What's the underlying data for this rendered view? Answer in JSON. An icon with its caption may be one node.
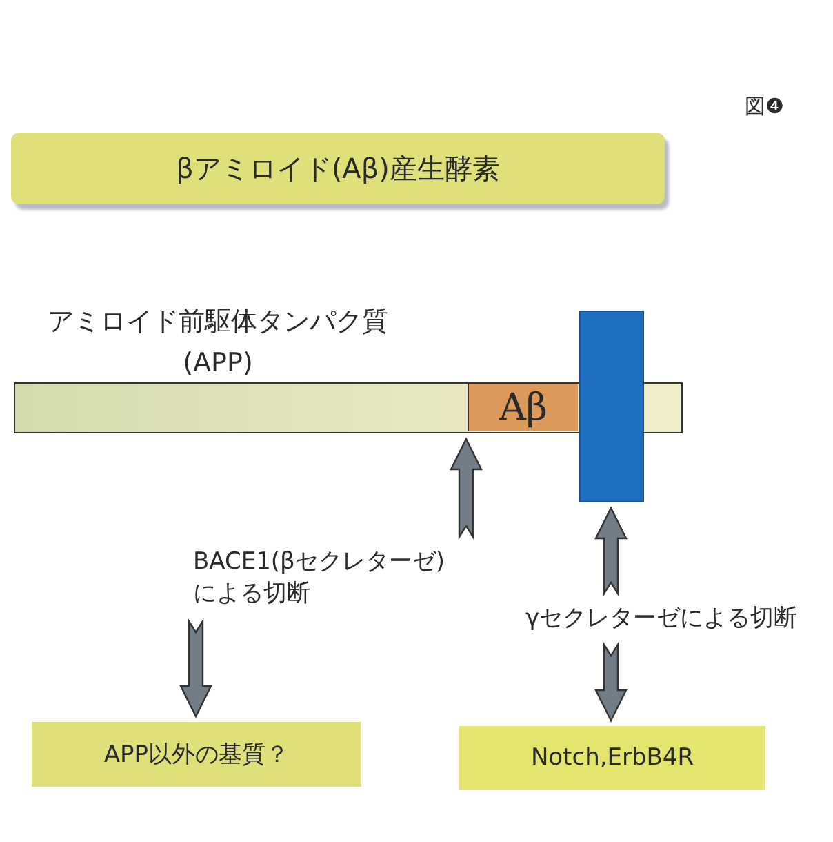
{
  "diagram": {
    "title": "βアミロイド(Aβ)産生酵素",
    "nodes": [
      {
        "text": [
          "アミロイド前駆体タンパク質(APP)"
        ]
      },
      {
        "text": [
          "Aβ"
        ],
        "in": 0
      },
      {
        "text": [],
        "shape": "bar"
      },
      {
        "text": [
          "BACE1(βセクレターゼ)による切断"
        ]
      },
      {
        "text": [
          "γセクレターゼによる切断"
        ]
      },
      {
        "text": [
          "APP以外の基質？"
        ]
      },
      {
        "text": [
          "Notch,ErbB4R"
        ]
      }
    ],
    "edges": [
      {
        "from": 3,
        "to": 0,
        "arrow": "to"
      },
      {
        "from": 3,
        "to": 5,
        "arrow": "to"
      },
      {
        "from": 4,
        "to": 2,
        "arrow": "to"
      },
      {
        "from": 4,
        "to": 6,
        "arrow": "to"
      }
    ],
    "labels": [
      "図❹"
    ]
  }
}
